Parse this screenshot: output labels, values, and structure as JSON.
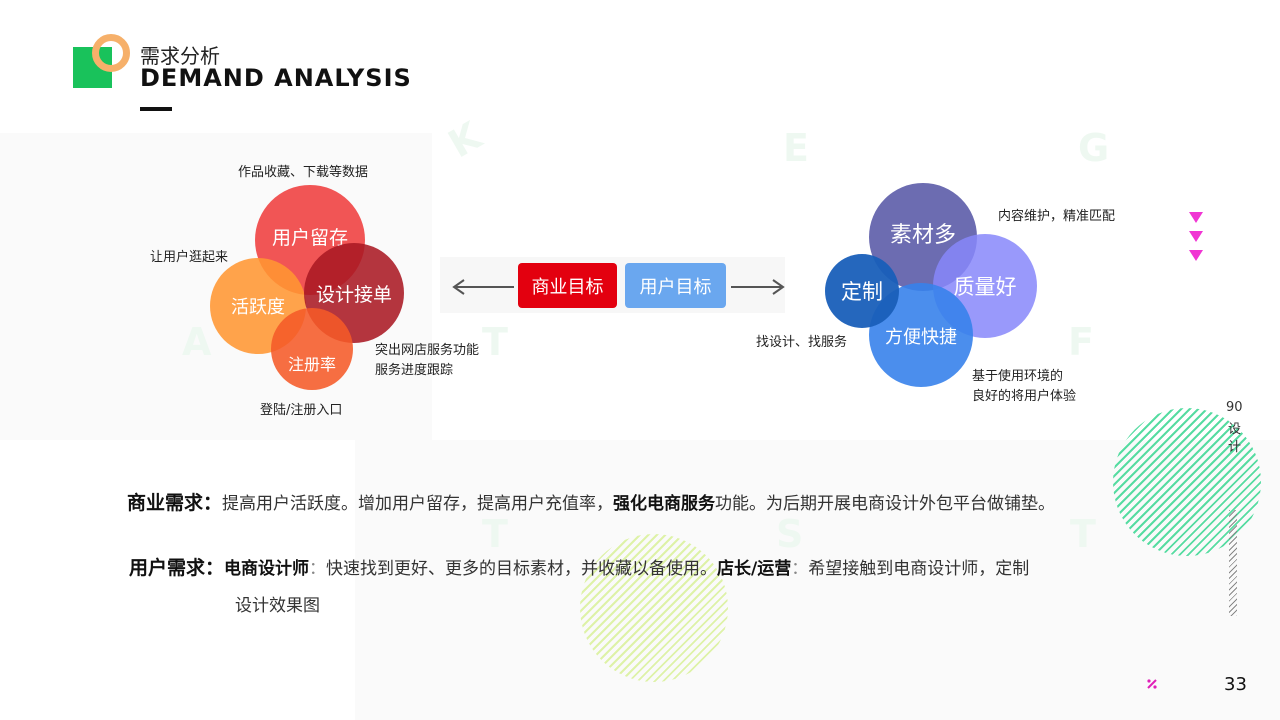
{
  "header": {
    "title_cn": "需求分析",
    "title_en": "DEMAND ANALYSIS"
  },
  "left_diagram": {
    "circles": [
      {
        "label": "用户留存"
      },
      {
        "label": "活跃度"
      },
      {
        "label": "设计接单"
      },
      {
        "label": "注册率"
      }
    ],
    "annotations": {
      "top": "作品收藏、下载等数据",
      "left": "让用户逛起来",
      "right_line1": "突出网店服务功能",
      "right_line2": "服务进度跟踪",
      "bottom": "登陆/注册入口"
    }
  },
  "center": {
    "business_goal": "商业目标",
    "user_goal": "用户目标",
    "colors": {
      "business": "#e3000f",
      "user": "#6aa7ef"
    }
  },
  "right_diagram": {
    "circles": [
      {
        "label": "素材多"
      },
      {
        "label": "定制"
      },
      {
        "label": "质量好"
      },
      {
        "label": "方便快捷"
      }
    ],
    "annotations": {
      "top": "内容维护，精准匹配",
      "left": "找设计、找服务",
      "bottom_line1": "基于使用环境的",
      "bottom_line2": "良好的将用户体验"
    }
  },
  "requirements": {
    "business": {
      "label": "商业需求：",
      "text_a": "提高用户活跃度。增加用户留存，提高用户充值率，",
      "strong": "强化电商服务",
      "text_b": "功能。为后期开展电商设计外包平台做铺垫。"
    },
    "user": {
      "label": "用户需求：",
      "role1": "电商设计师",
      "sep1": "：",
      "text1": "快速找到更好、更多的目标素材，并收藏以备使用。",
      "role2": "店长/运营",
      "sep2": "：",
      "text2": "希望接触到电商设计师，定制",
      "text3": "设计效果图"
    }
  },
  "side": {
    "brand_num": "90",
    "brand_c1": "设",
    "brand_c2": "计",
    "page_number": "33"
  },
  "background_letters": [
    "K",
    "E",
    "G",
    "A",
    "T",
    "F",
    "T",
    "S",
    "T"
  ]
}
